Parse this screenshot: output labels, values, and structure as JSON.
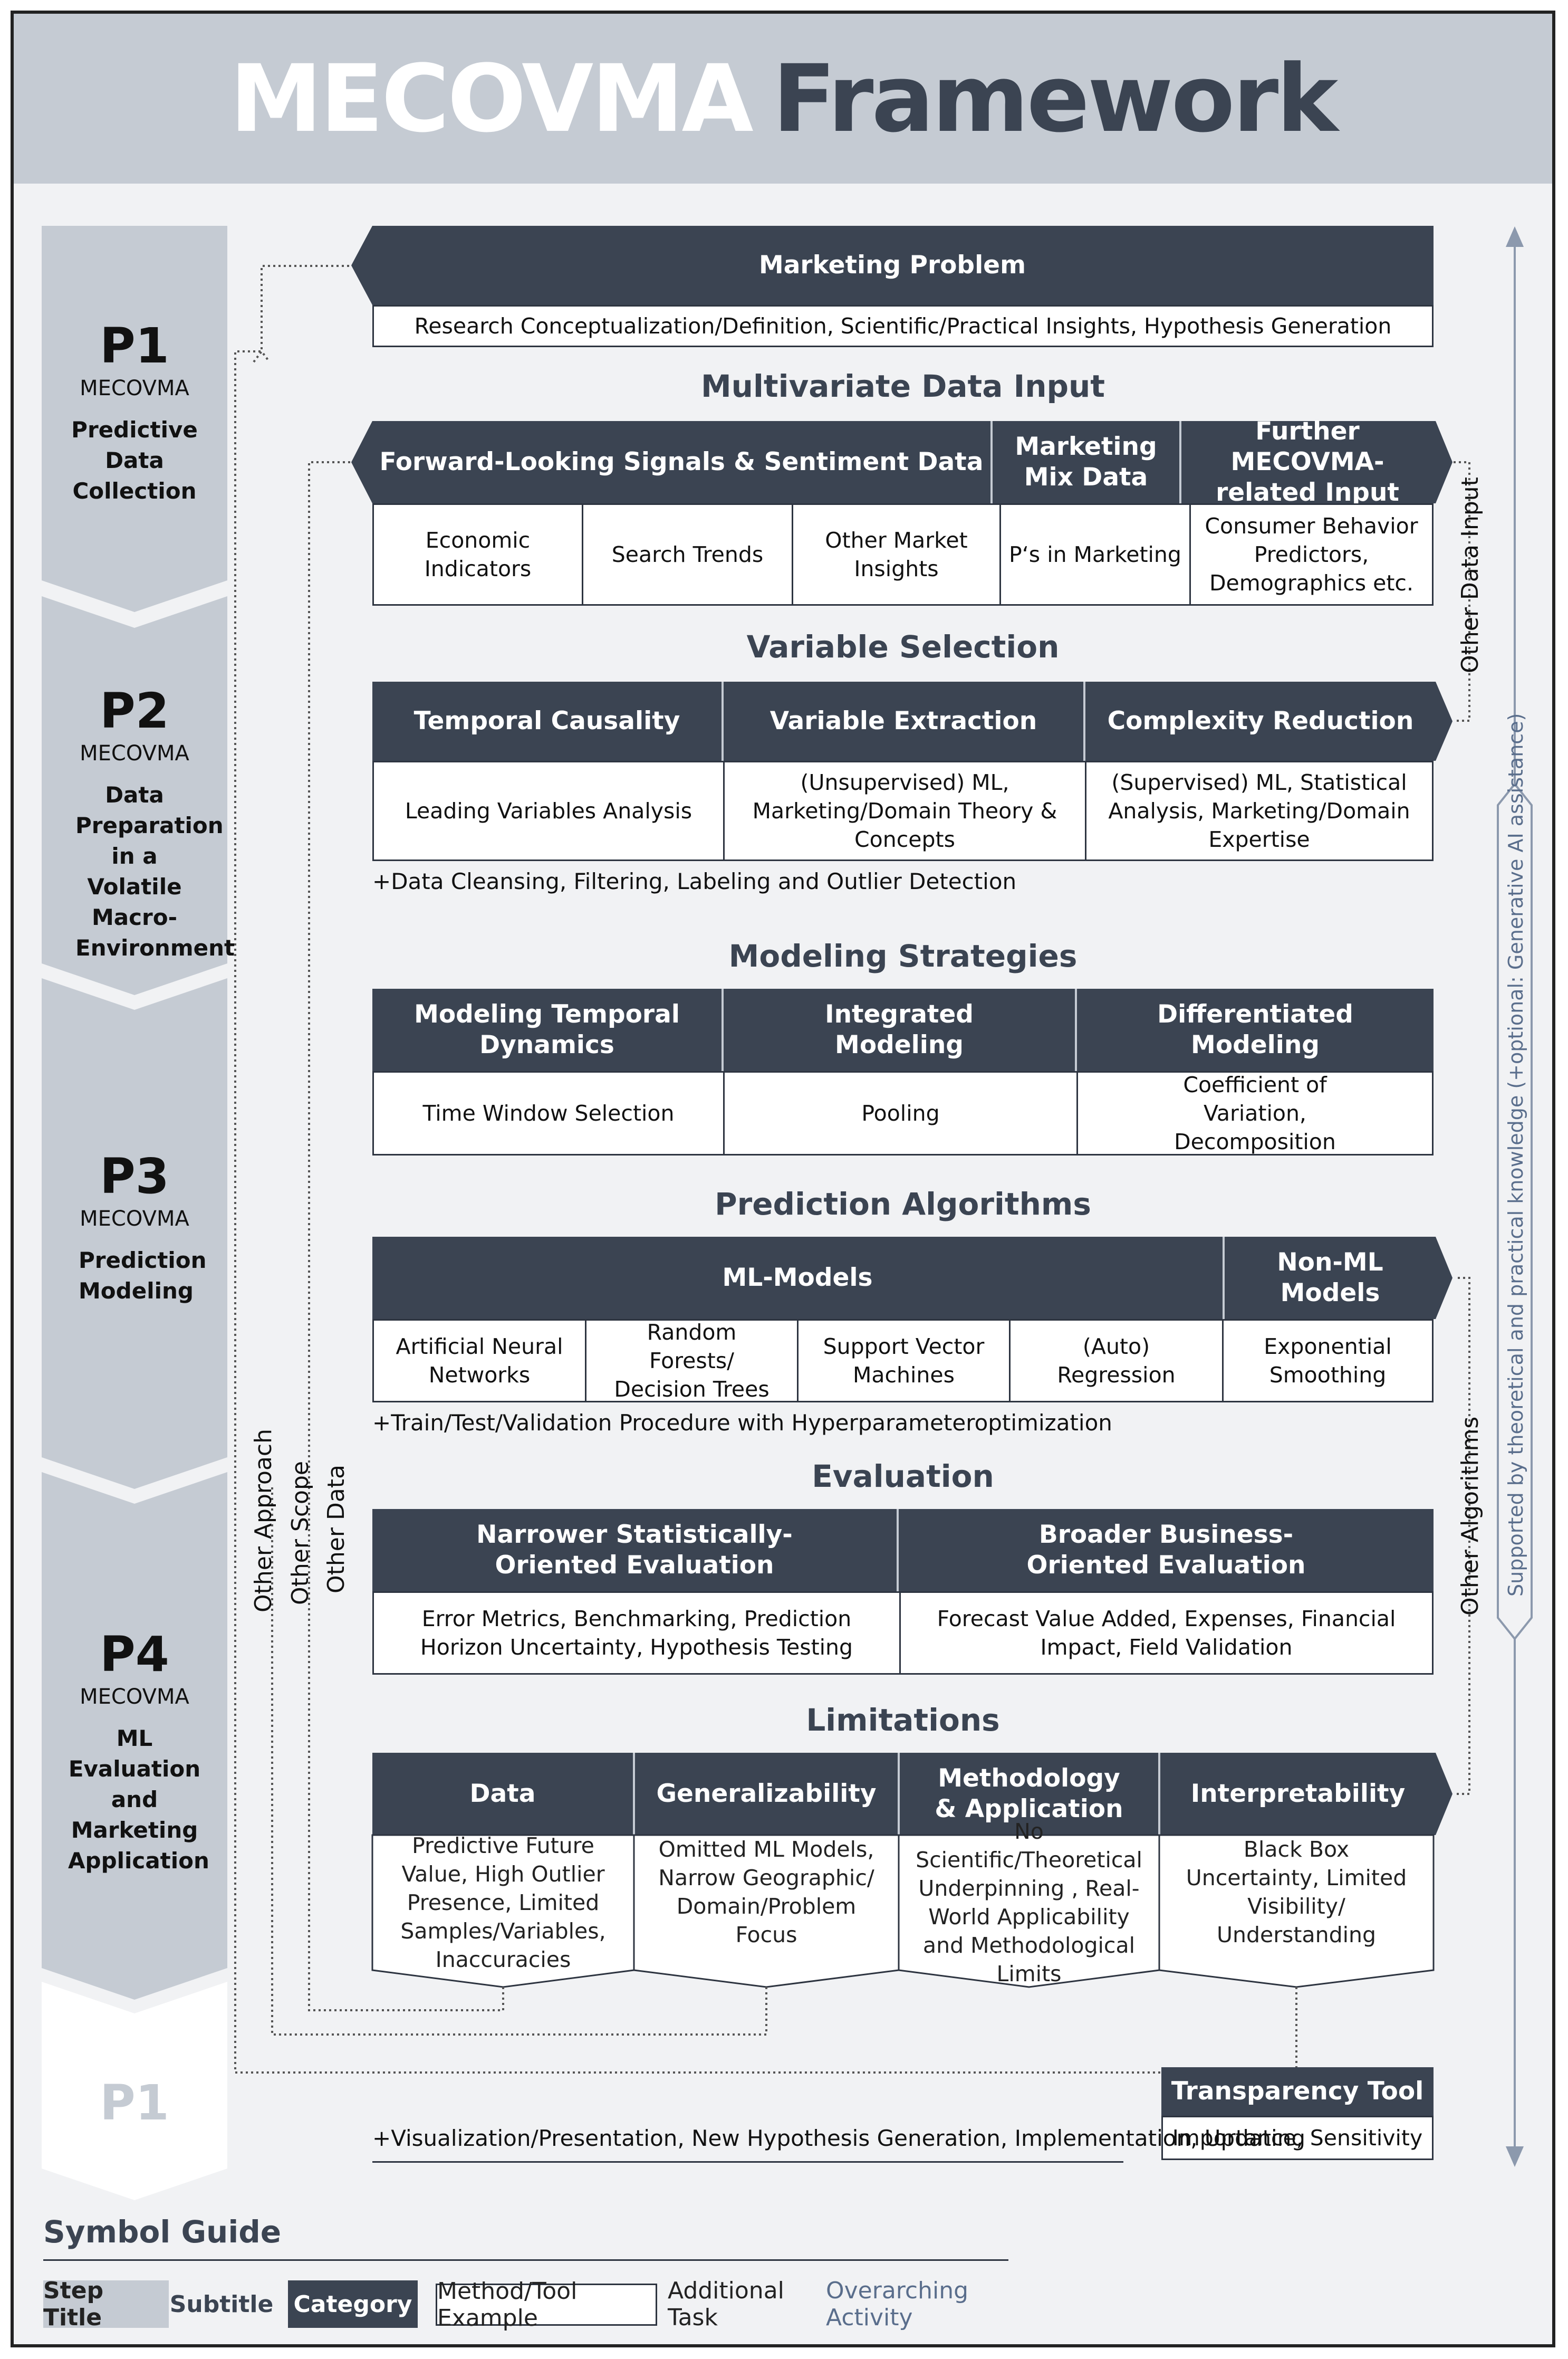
{
  "header": {
    "title_part1": "MECOVMA",
    "title_part2": "Framework"
  },
  "steps": [
    {
      "num": "P1",
      "mecovma": "MECOVMA",
      "title": "Predictive Data Collection"
    },
    {
      "num": "P2",
      "mecovma": "MECOVMA",
      "title": "Data Preparation in a Volatile Macro-Environment"
    },
    {
      "num": "P3",
      "mecovma": "MECOVMA",
      "title": "Prediction Modeling"
    },
    {
      "num": "P4",
      "mecovma": "MECOVMA",
      "title": "ML Evaluation and Marketing Application"
    },
    {
      "num": "P1"
    }
  ],
  "marketing_problem": {
    "category": "Marketing Problem",
    "method": "Research Conceptualization/Definition, Scientific/Practical Insights, Hypothesis Generation"
  },
  "multivariate": {
    "subtitle": "Multivariate Data Input",
    "categories": [
      "Forward-Looking Signals & Sentiment Data",
      "Marketing Mix Data",
      "Further MECOVMA-related Input"
    ],
    "methods": [
      "Economic Indicators",
      "Search Trends",
      "Other Market Insights",
      "P‘s in Marketing",
      "Consumer Behavior Predictors, Demographics etc."
    ]
  },
  "variable_selection": {
    "subtitle": "Variable Selection",
    "categories": [
      "Temporal Causality",
      "Variable Extraction",
      "Complexity Reduction"
    ],
    "methods": [
      "Leading Variables Analysis",
      "(Unsupervised) ML, Marketing/Domain Theory & Concepts",
      "(Supervised) ML, Statistical Analysis, Marketing/Domain Expertise"
    ],
    "additional": "+Data Cleansing, Filtering, Labeling and Outlier Detection"
  },
  "modeling": {
    "subtitle": "Modeling Strategies",
    "categories": [
      "Modeling Temporal Dynamics",
      "Integrated Modeling",
      "Differentiated Modeling"
    ],
    "methods": [
      "Time Window Selection",
      "Pooling",
      "Coefficient of Variation, Decomposition"
    ]
  },
  "algorithms": {
    "subtitle": "Prediction Algorithms",
    "categories": [
      "ML-Models",
      "Non-ML Models"
    ],
    "methods": [
      "Artificial Neural Networks",
      "Random Forests/ Decision Trees",
      "Support Vector Machines",
      "(Auto) Regression",
      "Exponential Smoothing"
    ],
    "additional": "+Train/Test/Validation Procedure with Hyperparameteroptimization"
  },
  "evaluation": {
    "subtitle": "Evaluation",
    "categories": [
      "Narrower Statistically-Oriented Evaluation",
      "Broader Business-Oriented Evaluation"
    ],
    "methods": [
      "Error Metrics, Benchmarking, Prediction Horizon Uncertainty, Hypothesis Testing",
      "Forecast Value Added, Expenses, Financial Impact, Field Validation"
    ]
  },
  "limitations": {
    "subtitle": "Limitations",
    "categories": [
      "Data",
      "Generalizability",
      "Methodology & Application",
      "Interpretability"
    ],
    "methods": [
      "Predictive Future Value, High Outlier Presence, Limited Samples/Variables, Inaccuracies",
      "Omitted ML Models, Narrow Geographic/ Domain/Problem Focus",
      "No Scientific/Theoretical Underpinning , Real-World Applicability and Methodological Limits",
      "Black Box Uncertainty, Limited Visibility/ Understanding"
    ]
  },
  "transparency": {
    "category": "Transparency Tool",
    "method": "Importance, Sensitivity"
  },
  "final_task": "+Visualization/Presentation, New Hypothesis Generation, Implementation, Updating",
  "loop_labels": {
    "other_approach": "Other Approach",
    "other_scope": "Other Scope",
    "other_data": "Other Data",
    "other_data_input": "Other Data Input",
    "other_algorithms": "Other Algorithms"
  },
  "overarching": "Supported by theoretical and practical knowledge (+optional: Generative AI assistance)",
  "legend": {
    "title": "Symbol Guide",
    "step_title": "Step Title",
    "subtitle": "Subtitle",
    "category": "Category",
    "method": "Method/Tool Example",
    "additional": "Additional Task",
    "overarching": "Overarching Activity"
  },
  "colors": {
    "dark": "#3b4452",
    "band": "#c5cbd3",
    "overarching": "#5a6e8c"
  }
}
